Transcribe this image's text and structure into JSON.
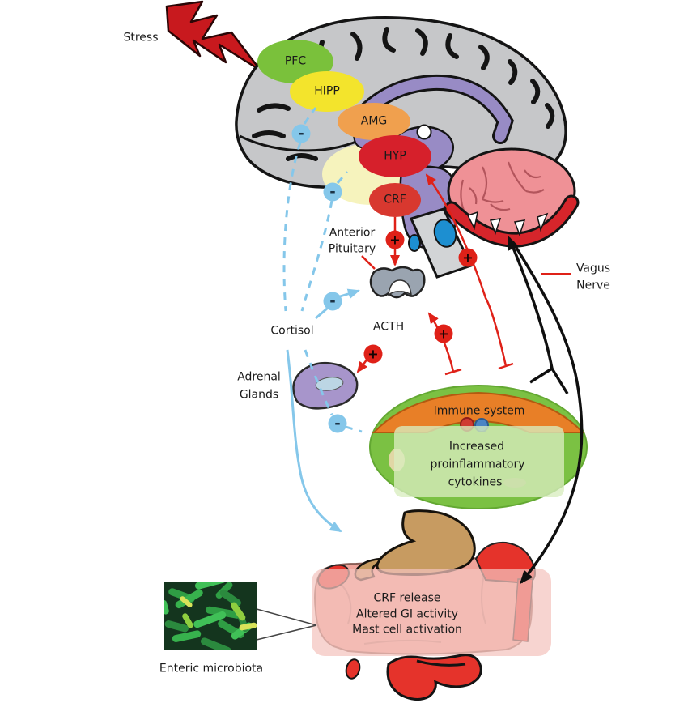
{
  "figure": {
    "stress_label": "Stress",
    "brain_regions": [
      {
        "label": "PFC",
        "color": "#7ac13b"
      },
      {
        "label": "HIPP",
        "color": "#f3e42c"
      },
      {
        "label": "AMG",
        "color": "#f0a04e"
      },
      {
        "label": "HYP",
        "color": "#d6202b"
      },
      {
        "label": "CRF",
        "color": "#d8382f"
      }
    ],
    "hpa_axis": {
      "anterior_pituitary": {
        "line1": "Anterior",
        "line2": "Pituitary"
      },
      "acth": {
        "label": "ACTH",
        "color": "#da251d"
      },
      "cortisol": {
        "label": "Cortisol",
        "color": "#8ccaec"
      },
      "adrenal_glands": {
        "line1": "Adrenal",
        "line2": "Glands"
      }
    },
    "vagus_nerve": {
      "line1": "Vagus",
      "line2": "Nerve"
    },
    "immune_system": {
      "title": "Immune system",
      "cytokines": {
        "line1": "Increased",
        "line2": "proinflammatory",
        "line3": "cytokines"
      }
    },
    "gut": {
      "effects": {
        "line1": "CRF release",
        "line2": "Altered GI activity",
        "line3": "Mast cell activation"
      }
    },
    "enteric_microbiota_label": "Enteric microbiota",
    "signs": {
      "plus": "+",
      "minus": "-"
    },
    "colors": {
      "stimulatory_arrow_red": "#df2118",
      "inhibitory_feedback_blue": "#85c7ea",
      "vagus_black": "#0f0f0f",
      "brain_gray": "#c6c7c9",
      "deep_brain_purple": "#988bc5",
      "temporal_yellow": "#f6f3bd",
      "cerebellum_pink": "#ef9196",
      "cerebellum_rim_red": "#d6252b",
      "brainstem_blue": "#1d8fd1",
      "pituitary_gray": "#9aa4b0",
      "adrenal_purple": "#a795cb",
      "immune_green": "#7bc143",
      "immune_orange": "#e87f27",
      "stomach_tan": "#c79b61",
      "intestine_red": "#e5332b",
      "gut_overlay_pink": "#f4c3be",
      "lightning_red": "#c8191e",
      "microbiota_green": "#2f9e44"
    }
  }
}
